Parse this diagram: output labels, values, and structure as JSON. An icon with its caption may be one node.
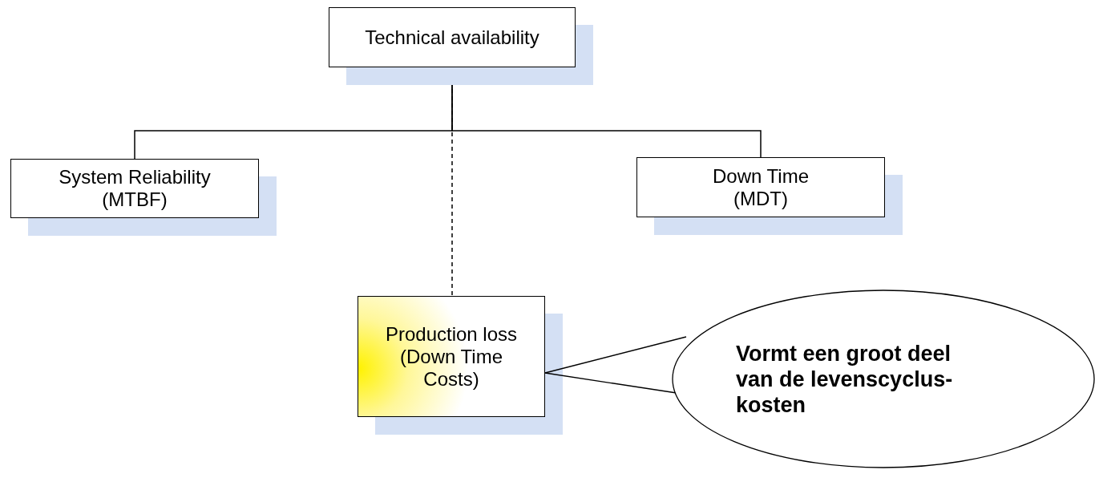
{
  "diagram": {
    "nodes": [
      {
        "text": [
          "Technical availability"
        ]
      },
      {
        "text": [
          "System Reliability (MTBF)"
        ]
      },
      {
        "text": [
          "Down Time (MDT)"
        ]
      },
      {
        "text": [
          "Production loss (Down Time Costs)"
        ]
      },
      {
        "text": [
          "Vormt een groot deel van de levenscyclus-kosten"
        ]
      }
    ],
    "edges": [
      {
        "from": 0,
        "to": 1,
        "arrow": "none"
      },
      {
        "from": 0,
        "to": 2,
        "arrow": "none"
      },
      {
        "from": 0,
        "to": 3,
        "arrow": "none",
        "style": "dashed"
      },
      {
        "from": 4,
        "to": 3,
        "arrow": "none"
      }
    ]
  }
}
